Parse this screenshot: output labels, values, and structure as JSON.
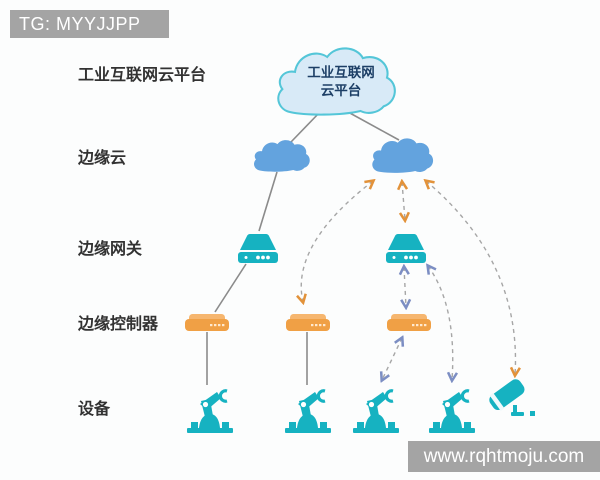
{
  "banners": {
    "top_left": "TG: MYYJJPP",
    "bottom_right": "www.rqhtmoju.com"
  },
  "row_labels": [
    {
      "label": "工业互联网云平台"
    },
    {
      "label": "边缘云"
    },
    {
      "label": "边缘网关"
    },
    {
      "label": "边缘控制器"
    },
    {
      "label": "设备"
    }
  ],
  "cloud_platform": {
    "line1": "工业互联网",
    "line2": "云平台"
  },
  "icons": {
    "platform_cloud": "cloud-outline-icon",
    "edge_cloud": "cloud-solid-icon",
    "edge_gateway": "gateway-device-icon",
    "edge_controller": "controller-device-icon",
    "robot": "robot-arm-icon",
    "camera": "cctv-camera-icon"
  },
  "colors": {
    "teal": "#16b2c1",
    "controller_orange": "#f0a045",
    "controller_orange_light": "#f6b66f",
    "edge_cloud_blue": "#63a3de",
    "platform_cloud_fill": "#d8eaf7",
    "platform_cloud_border": "#54c6d8",
    "solid_line": "#8b8b8b",
    "dashed_line": "#a6a6a6",
    "arrow_orange": "#e2923a",
    "arrow_slate": "#7c8ec3",
    "banner_gray": "#a4a4a4",
    "label_text": "#323232",
    "cloud_text": "#1d3f66"
  }
}
